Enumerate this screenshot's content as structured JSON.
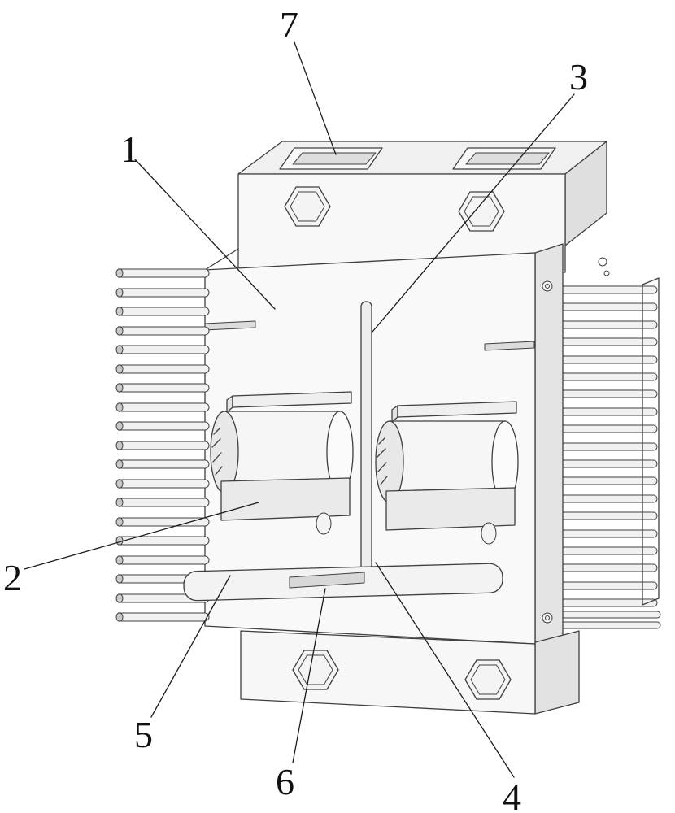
{
  "figure": {
    "kind": "patent-style line drawing of a finned heat-dissipation transformer assembly",
    "colors": {
      "line": "#3f3f3f",
      "background": "#ffffff",
      "label": "#111111"
    },
    "labels": [
      {
        "text": "1"
      },
      {
        "text": "2"
      },
      {
        "text": "3"
      },
      {
        "text": "4"
      },
      {
        "text": "5"
      },
      {
        "text": "6"
      },
      {
        "text": "7"
      }
    ]
  }
}
